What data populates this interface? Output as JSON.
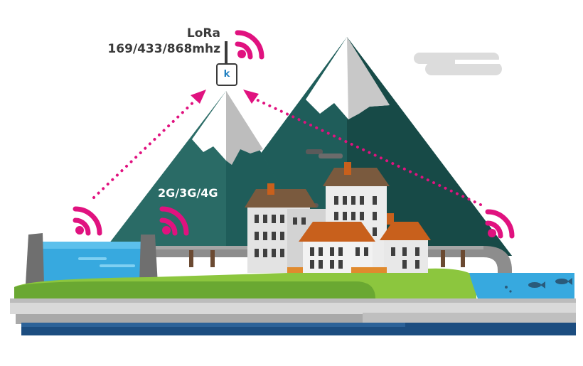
{
  "labels": {
    "lora_line1": "LoRa",
    "lora_line2": "169/433/868mhz",
    "cellular": "2G/3G/4G",
    "gateway_letter": "k"
  },
  "icons": {
    "signal": "wifi-signal-icon",
    "gateway": "gateway-device-icon",
    "fish": "fish-icon"
  },
  "colors": {
    "signal_magenta": "#e0127f",
    "mountain_teal": "#1f5d5a",
    "mountain_dark": "#173f3d",
    "snow": "#ffffff",
    "rock_gray": "#b8b8b8",
    "water_blue": "#37a9df",
    "grass_green": "#8cc63e",
    "grass_dark": "#6aa832",
    "ground_gray": "#bcbcbc",
    "base_navy": "#1c4d80",
    "roof_brown": "#7a5a3e",
    "roof_orange": "#c8601c",
    "pipe_gray": "#8d8d8d"
  }
}
